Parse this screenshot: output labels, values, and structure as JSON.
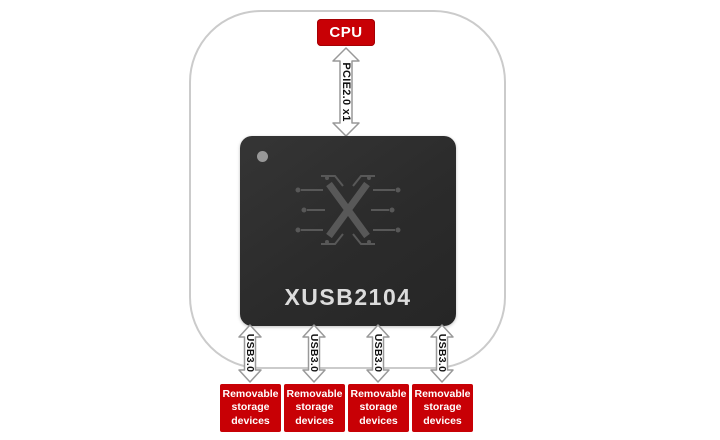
{
  "cpu": {
    "label": "CPU"
  },
  "pcie": {
    "label": "PCIE2.0 x1"
  },
  "chip": {
    "label": "XUSB2104"
  },
  "usb_links": [
    {
      "label": "USB3.0"
    },
    {
      "label": "USB3.0"
    },
    {
      "label": "USB3.0"
    },
    {
      "label": "USB3.0"
    }
  ],
  "devices": [
    {
      "label": "Removable storage devices"
    },
    {
      "label": "Removable storage devices"
    },
    {
      "label": "Removable storage devices"
    },
    {
      "label": "Removable storage devices"
    }
  ],
  "icons": {
    "chip_logo": "circuit-x-logo",
    "pin1_marker": "pin1-dot",
    "bus_arrow": "double-headed-block-arrow"
  },
  "colors": {
    "accent_red": "#c80005",
    "chip_background": "#2d2d2d",
    "chip_text": "#dcdcdc",
    "arrow_stroke": "#999999",
    "boundary_outline": "#cbcbcb",
    "logo_stroke": "#585858",
    "label_text": "#111111"
  }
}
